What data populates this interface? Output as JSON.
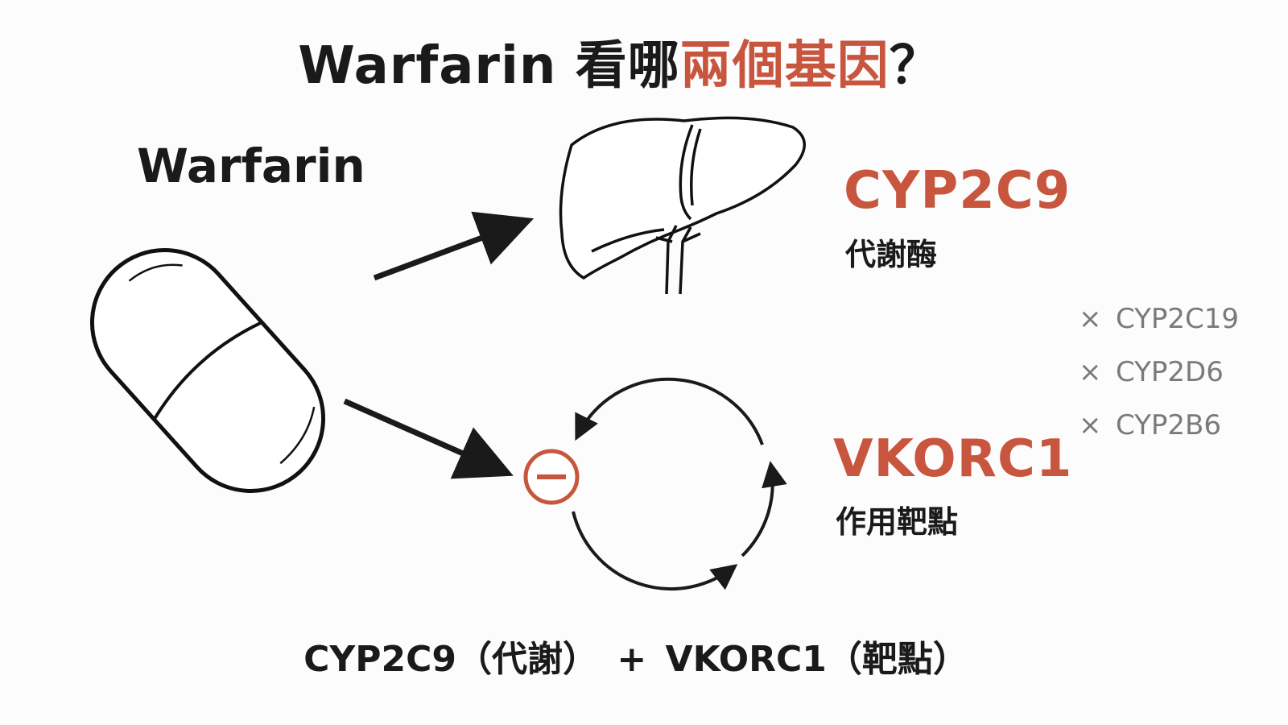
{
  "title": {
    "main": "Warfarin 看哪",
    "accent": "兩個基因",
    "end": "？"
  },
  "drug": {
    "label": "Warfarin"
  },
  "genes": {
    "cyp": {
      "name": "CYP2C9",
      "role": "代謝酶"
    },
    "vkorc": {
      "name": "VKORC1",
      "role": "作用靶點"
    }
  },
  "excluded": [
    {
      "mark": "×",
      "name": "CYP2C19"
    },
    {
      "mark": "×",
      "name": "CYP2D6"
    },
    {
      "mark": "×",
      "name": "CYP2B6"
    }
  ],
  "summary": {
    "part1": "CYP2C9（代謝）",
    "plus": "+",
    "part2": "VKORC1（靶點）"
  },
  "colors": {
    "accent": "#c8553d",
    "ink": "#1a1a1a",
    "muted": "#7a7a7a"
  },
  "icons": [
    "pill-icon",
    "liver-icon",
    "cycle-icon",
    "inhibit-icon"
  ]
}
